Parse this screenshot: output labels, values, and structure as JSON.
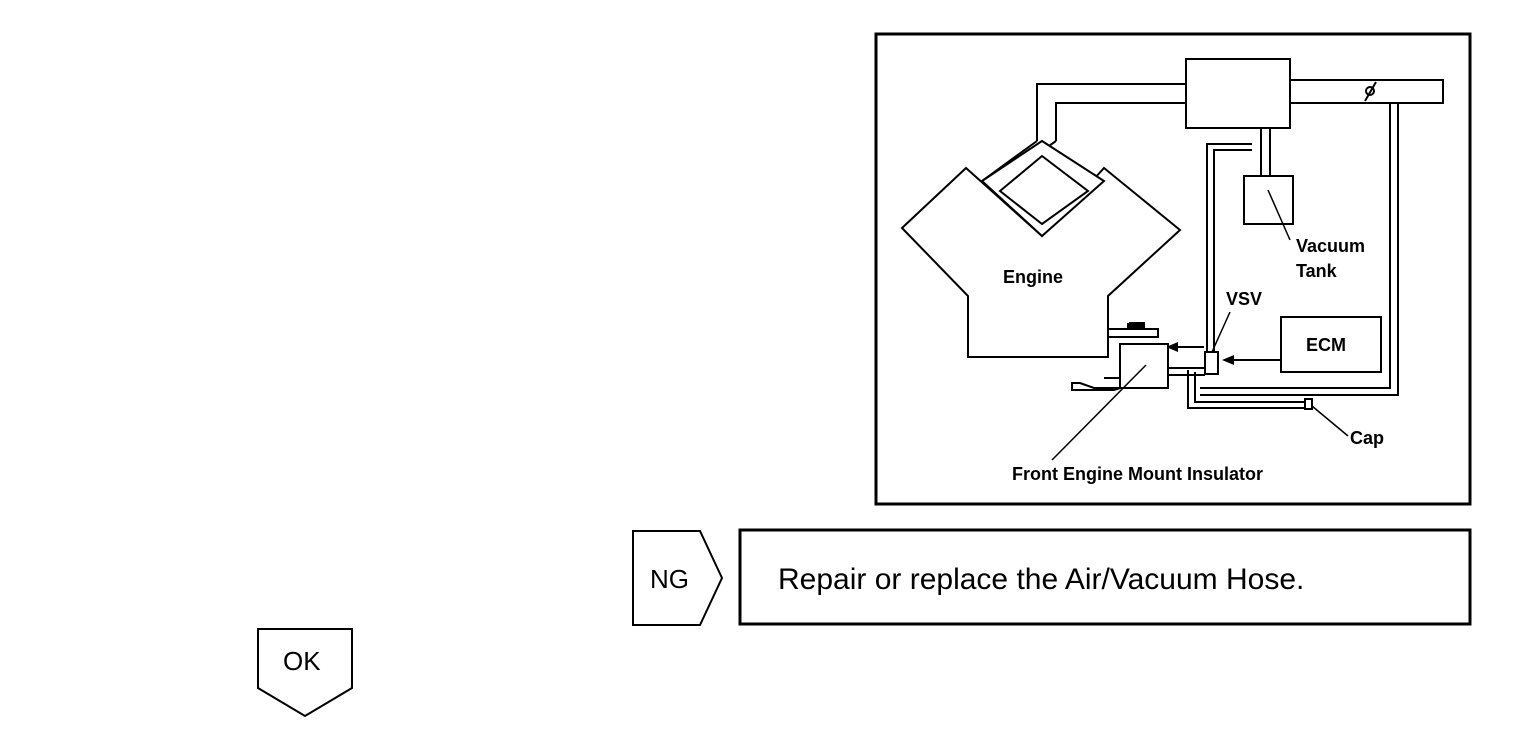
{
  "diagram": {
    "labels": {
      "engine": "Engine",
      "vacuum_tank_line1": "Vacuum",
      "vacuum_tank_line2": "Tank",
      "vsv": "VSV",
      "ecm": "ECM",
      "cap": "Cap",
      "front_engine_mount_insulator": "Front Engine Mount Insulator"
    }
  },
  "flow": {
    "ng_label": "NG",
    "ng_action": "Repair or replace the Air/Vacuum Hose.",
    "ok_label": "OK"
  }
}
